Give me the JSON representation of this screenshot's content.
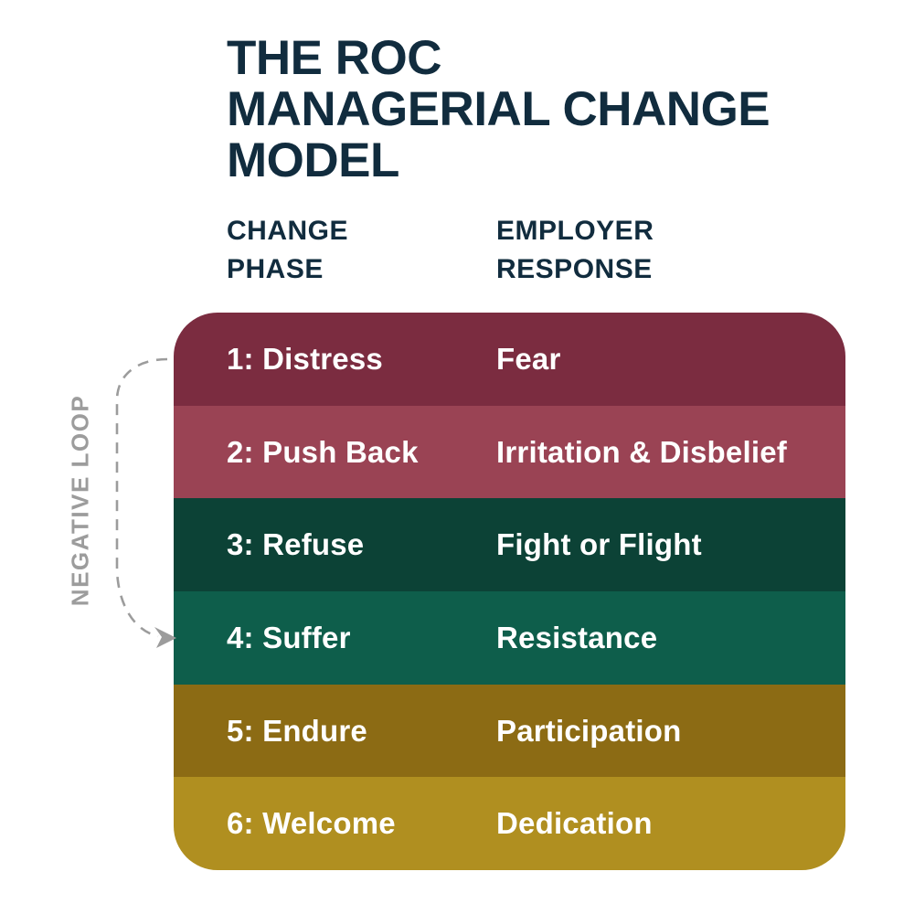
{
  "title": {
    "lines": [
      "THE ROC",
      "MANAGERIAL CHANGE",
      "MODEL"
    ],
    "color": "#112c3e"
  },
  "headers": {
    "phase": [
      "CHANGE",
      "PHASE"
    ],
    "response": [
      "EMPLOYER",
      "RESPONSE"
    ],
    "color": "#112c3e"
  },
  "negative_loop": {
    "label": "NEGATIVE LOOP",
    "color": "#9c9c9c"
  },
  "table": {
    "text_color": "#ffffff",
    "rows": [
      {
        "phase": "1: Distress",
        "response": "Fear",
        "color": "#7b2c40"
      },
      {
        "phase": "2: Push Back",
        "response": "Irritation & Disbelief",
        "color": "#9a4354"
      },
      {
        "phase": "3: Refuse",
        "response": "Fight or Flight",
        "color": "#0c4236"
      },
      {
        "phase": "4: Suffer",
        "response": "Resistance",
        "color": "#0e5e4b"
      },
      {
        "phase": "5: Endure",
        "response": "Participation",
        "color": "#8c6b14"
      },
      {
        "phase": "6: Welcome",
        "response": "Dedication",
        "color": "#b08f20"
      }
    ]
  }
}
